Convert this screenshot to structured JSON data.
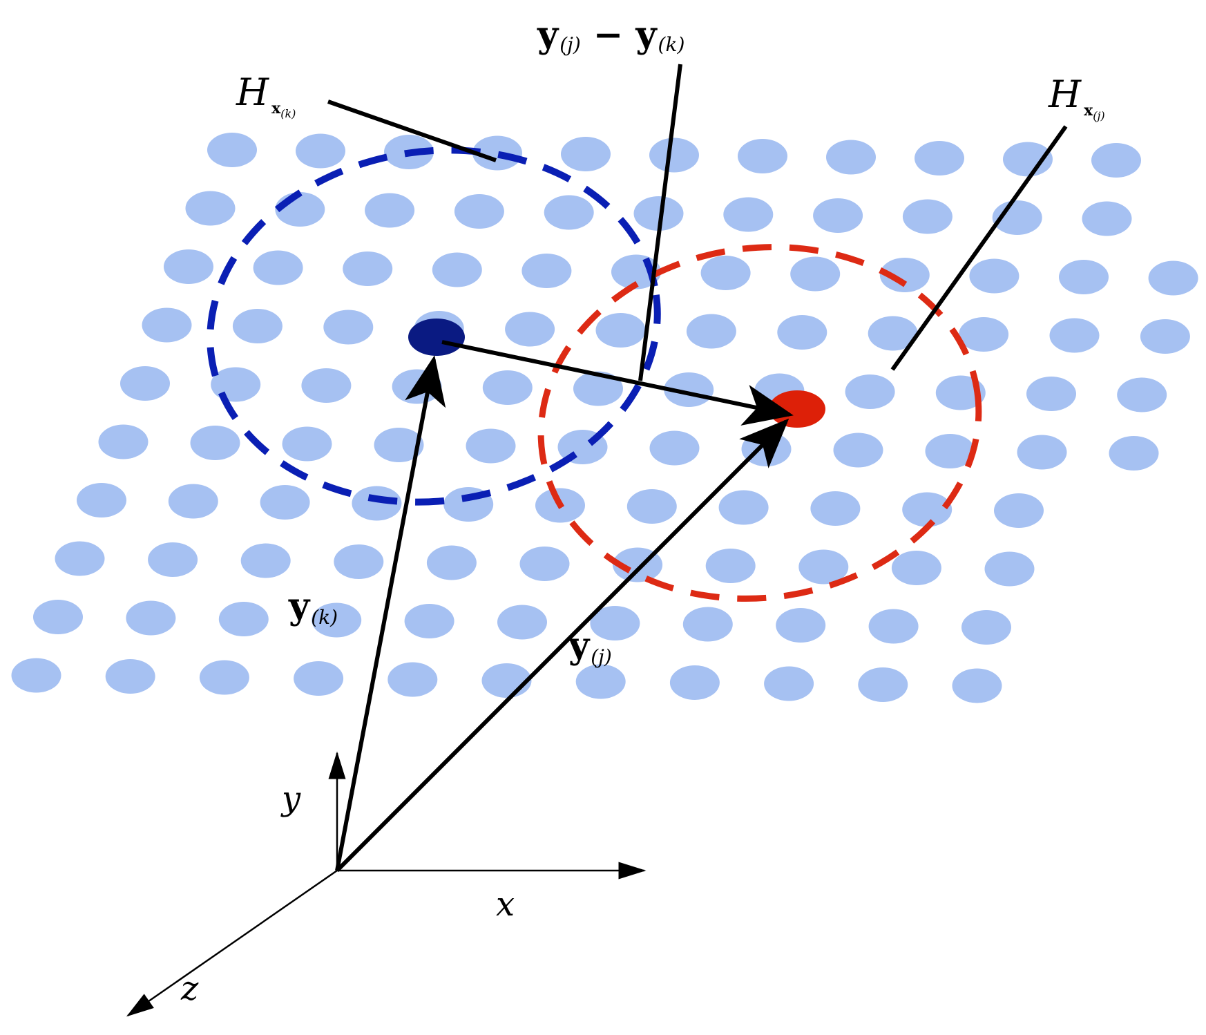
{
  "labels": {
    "hk_main": "H",
    "hk_sub_vec": "x",
    "hk_sub_idx": "(k)",
    "hj_main": "H",
    "hj_sub_vec": "x",
    "hj_sub_idx": "(j)",
    "diff_a": "y",
    "diff_a_idx": "(j)",
    "diff_minus": "−",
    "diff_b": "y",
    "diff_b_idx": "(k)",
    "yk": "y",
    "yk_idx": "(k)",
    "yj": "y",
    "yj_idx": "(j)",
    "axis_x": "x",
    "axis_y": "y",
    "axis_z": "z"
  },
  "colors": {
    "lattice_dot": "#a6c1f2",
    "blue_circle": "#0a1fb4",
    "blue_point": "#0a1a82",
    "red_circle": "#dd2a14",
    "red_point": "#dd2008",
    "line": "#000000"
  }
}
